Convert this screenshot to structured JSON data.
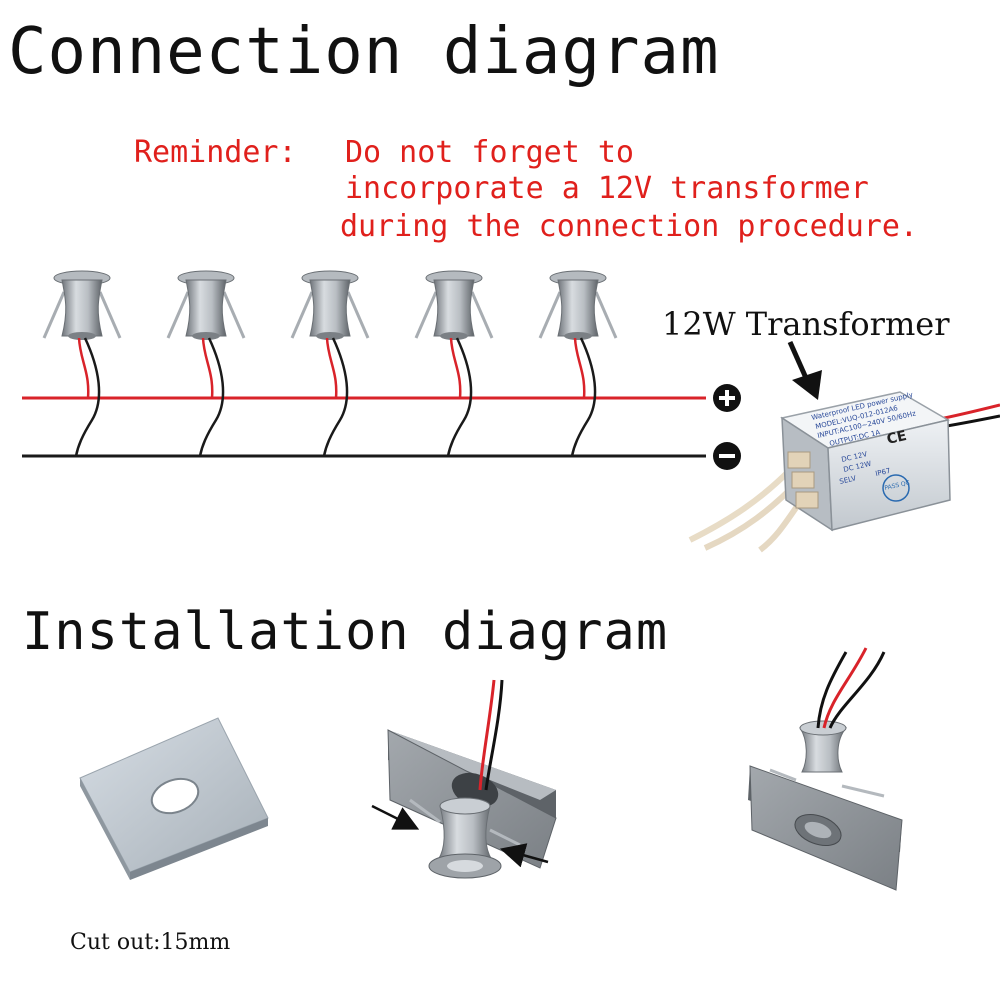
{
  "connection": {
    "title": "Connection diagram",
    "reminder_label": "Reminder:",
    "reminder_lines": [
      "Do not forget to",
      "incorporate a 12V transformer",
      "during the connection procedure."
    ],
    "transformer_label": "12W Transformer",
    "positive_symbol": "+",
    "negative_symbol": "−",
    "light_count": 5,
    "transformer_print": {
      "line1": "Waterproof LED power supply",
      "line2": "MODEL:VUQ-012-012A6",
      "line3": "INPUT:AC100~240V 50/60Hz",
      "line4": "OUTPUT:DC 1A",
      "line5": "DC 12V",
      "line6": "DC 12W",
      "ce_mark": "CE",
      "badge": "PASS QC",
      "ip": "IP67",
      "selv": "SELV"
    }
  },
  "installation": {
    "title": "Installation diagram",
    "cutout_label": "Cut out:15mm"
  },
  "colors": {
    "positive_wire": "#d9232a",
    "negative_wire": "#1a1a1a",
    "reminder_text": "#e0201c",
    "plate": "#8f9499",
    "light_body": "#a9aeb4"
  }
}
